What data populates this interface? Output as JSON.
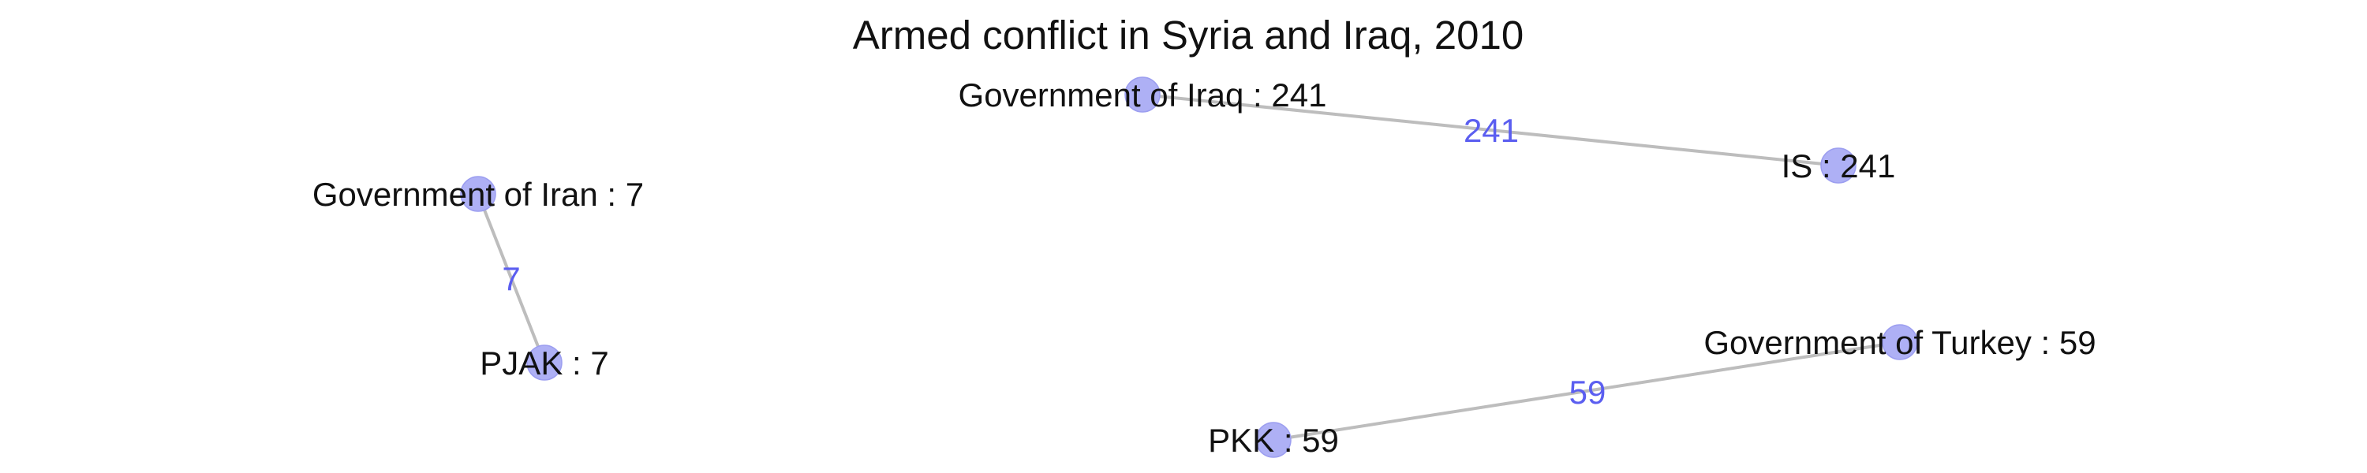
{
  "title": "Armed conflict in Syria and Iraq, 2010",
  "colors": {
    "node_fill": "#aeb0f5",
    "edge_stroke": "#bdbdbd",
    "edge_label": "#5b5ef0",
    "text": "#111111",
    "background": "#ffffff"
  },
  "nodes": [
    {
      "id": "iraq",
      "name": "Government of Iraq",
      "value": 241,
      "label": "Government of Iraq : 241"
    },
    {
      "id": "is",
      "name": "IS",
      "value": 241,
      "label": "IS : 241"
    },
    {
      "id": "iran",
      "name": "Government of Iran",
      "value": 7,
      "label": "Government of Iran : 7"
    },
    {
      "id": "pjak",
      "name": "PJAK",
      "value": 7,
      "label": "PJAK : 7"
    },
    {
      "id": "turkey",
      "name": "Government of Turkey",
      "value": 59,
      "label": "Government of Turkey : 59"
    },
    {
      "id": "pkk",
      "name": "PKK",
      "value": 59,
      "label": "PKK : 59"
    }
  ],
  "edges": [
    {
      "id": "iraq-is",
      "source": "iraq",
      "target": "is",
      "weight": 241,
      "label": "241"
    },
    {
      "id": "iran-pjak",
      "source": "iran",
      "target": "pjak",
      "weight": 7,
      "label": "7"
    },
    {
      "id": "turkey-pkk",
      "source": "turkey",
      "target": "pkk",
      "weight": 59,
      "label": "59"
    }
  ]
}
